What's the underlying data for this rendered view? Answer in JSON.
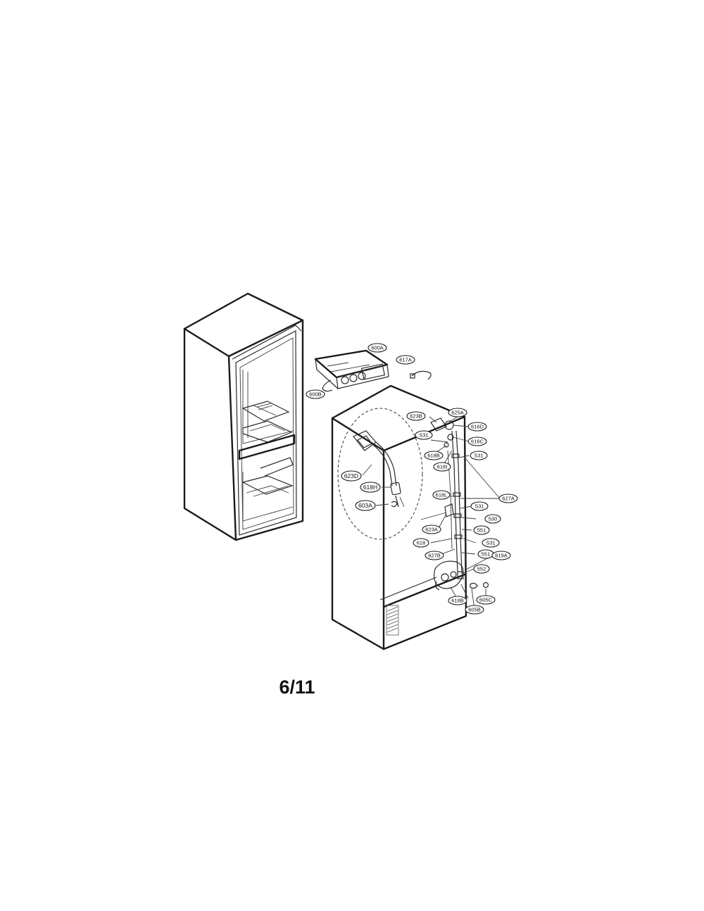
{
  "page_label": "6/11",
  "callouts": [
    {
      "id": "600A",
      "label": "600A"
    },
    {
      "id": "617A",
      "label": "617A"
    },
    {
      "id": "600B",
      "label": "600B"
    },
    {
      "id": "623B",
      "label": "623B"
    },
    {
      "id": "625A",
      "label": "625A"
    },
    {
      "id": "616D",
      "label": "616D"
    },
    {
      "id": "616C",
      "label": "616C"
    },
    {
      "id": "531a",
      "label": "S31"
    },
    {
      "id": "618B",
      "label": "618B"
    },
    {
      "id": "618I",
      "label": "618I"
    },
    {
      "id": "531b",
      "label": "S31"
    },
    {
      "id": "623D",
      "label": "623D"
    },
    {
      "id": "618H",
      "label": "618H"
    },
    {
      "id": "603A",
      "label": "603A"
    },
    {
      "id": "618L",
      "label": "618L"
    },
    {
      "id": "627A",
      "label": "627A"
    },
    {
      "id": "531c",
      "label": "S31"
    },
    {
      "id": "530",
      "label": "530"
    },
    {
      "id": "623A",
      "label": "623A"
    },
    {
      "id": "551a",
      "label": "551"
    },
    {
      "id": "618",
      "label": "618"
    },
    {
      "id": "531d",
      "label": "S31"
    },
    {
      "id": "627B",
      "label": "627B"
    },
    {
      "id": "551b",
      "label": "551"
    },
    {
      "id": "619A",
      "label": "619A"
    },
    {
      "id": "552",
      "label": "552"
    },
    {
      "id": "618B2",
      "label": "618B"
    },
    {
      "id": "605C",
      "label": "605C"
    },
    {
      "id": "605B",
      "label": "605B"
    }
  ]
}
